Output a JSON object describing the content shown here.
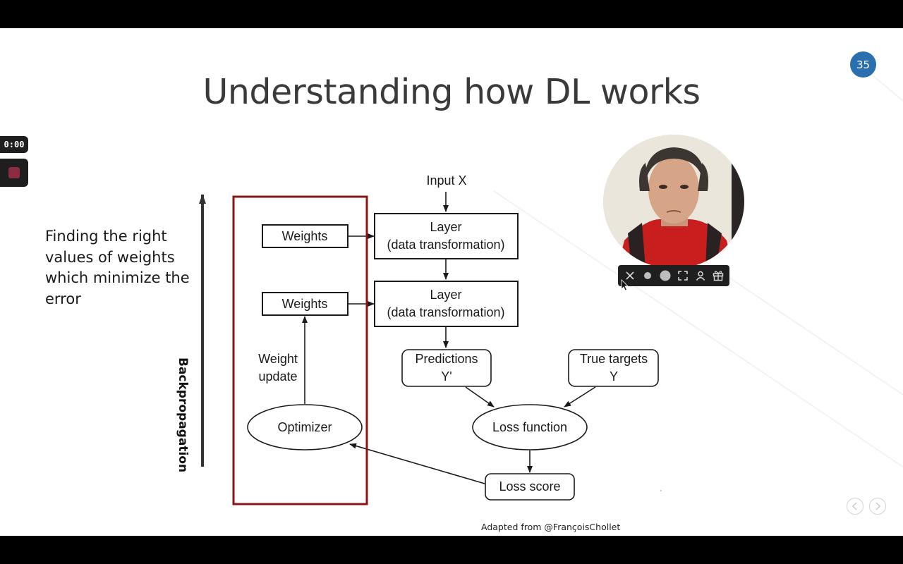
{
  "slide": {
    "title": "Understanding how DL works",
    "page_number": "35",
    "side_text": "Finding the right values of weights which minimize the error",
    "backprop_label": "Backpropagation",
    "credit": "Adapted from @FrançoisChollet",
    "accent_color": "#2a6fae",
    "highlight_color": "#8b1414"
  },
  "recorder": {
    "timer": "0:00",
    "stop_icon": "stop-square-icon"
  },
  "diagram": {
    "input_label": "Input X",
    "weights_1": "Weights",
    "weights_2": "Weights",
    "layer_1_title": "Layer",
    "layer_1_sub": "(data transformation)",
    "layer_2_title": "Layer",
    "layer_2_sub": "(data transformation)",
    "weight_update_1": "Weight",
    "weight_update_2": "update",
    "predictions_1": "Predictions",
    "predictions_2": "Y'",
    "true_targets_1": "True targets",
    "true_targets_2": "Y",
    "optimizer": "Optimizer",
    "loss_function": "Loss function",
    "loss_score": "Loss score"
  },
  "webcam_toolbar": {
    "icons": [
      "close-icon",
      "small-dot-icon",
      "large-dot-icon",
      "fullscreen-icon",
      "person-icon",
      "gift-icon"
    ]
  },
  "navigation": {
    "prev_icon": "chevron-left-icon",
    "next_icon": "chevron-right-icon"
  }
}
